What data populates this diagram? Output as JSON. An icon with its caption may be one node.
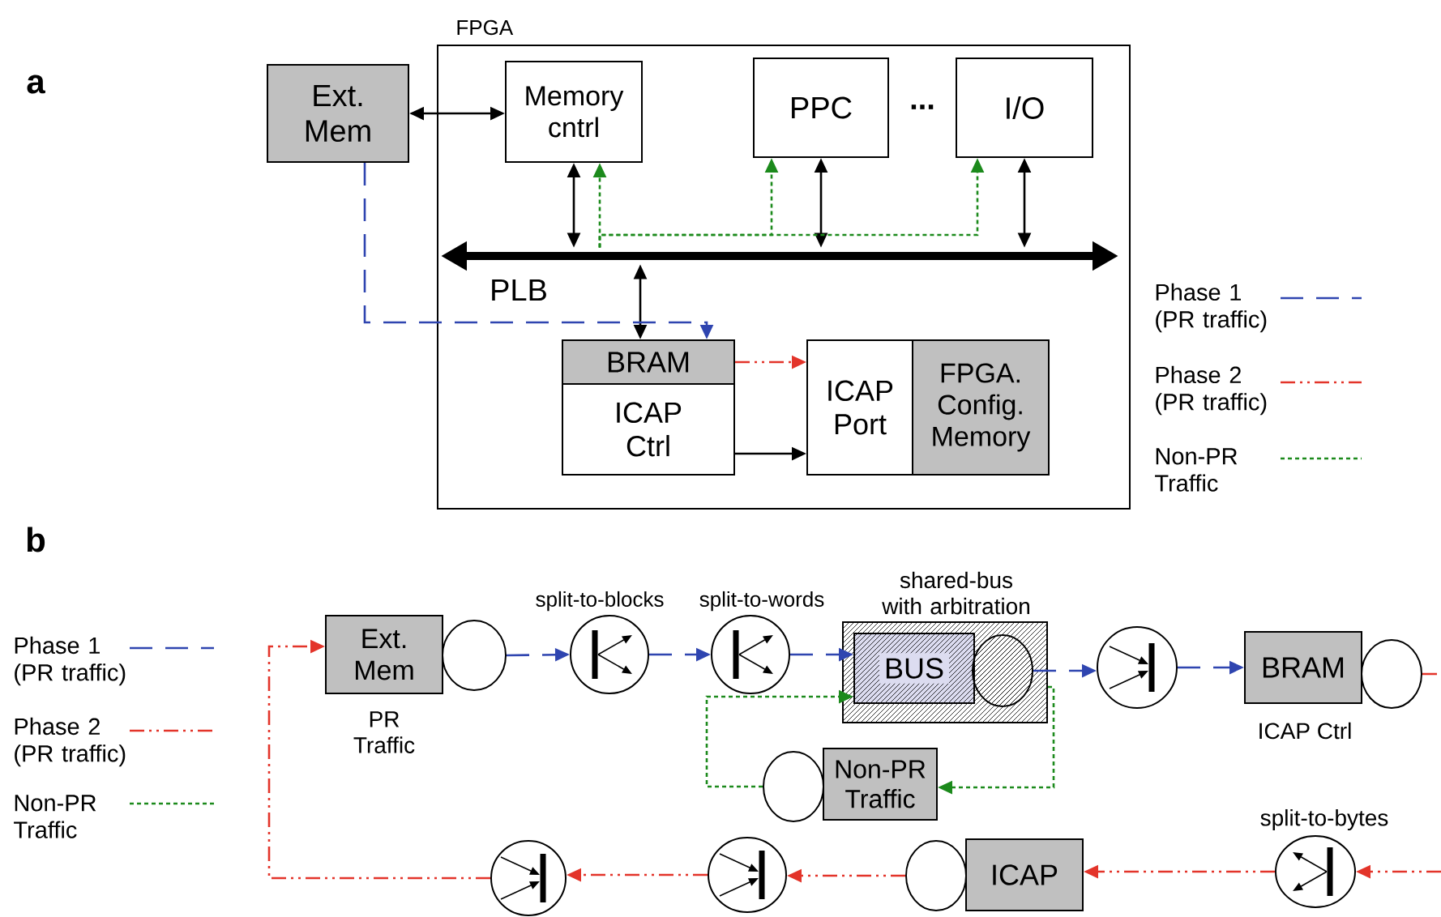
{
  "diagram": {
    "nodes": [
      {
        "text": [
          "FPGA"
        ]
      },
      {
        "text": [
          "Ext. Mem"
        ]
      },
      {
        "text": [
          "Memory cntrl"
        ],
        "in": 0
      },
      {
        "text": [
          "PPC"
        ],
        "in": 0
      },
      {
        "text": [
          "I/O"
        ],
        "in": 0
      },
      {
        "text": [
          "PLB"
        ],
        "in": 0
      },
      {
        "text": [
          "BRAM"
        ],
        "in": 0
      },
      {
        "text": [
          "ICAP Ctrl"
        ],
        "in": 0
      },
      {
        "text": [
          "ICAP Port"
        ],
        "in": 0
      },
      {
        "text": [
          "FPGA. Config. Memory"
        ],
        "in": 0
      },
      {
        "text": [
          "Ext. Mem"
        ],
        "beside": [
          "PR Traffic"
        ]
      },
      {
        "text": [],
        "shape": "circle"
      },
      {
        "text": [
          "split-to-blocks"
        ]
      },
      {
        "text": [
          "split-to-words"
        ]
      },
      {
        "text": [
          "shared-bus with arbitration"
        ]
      },
      {
        "text": [
          "BUS"
        ],
        "in": 14
      },
      {
        "text": [],
        "shape": "circle",
        "in": 14
      },
      {
        "text": [],
        "shape": "circle"
      },
      {
        "text": [
          "BRAM"
        ],
        "beside": [
          "ICAP Ctrl"
        ]
      },
      {
        "text": [],
        "shape": "circle"
      },
      {
        "text": [
          "Non-PR Traffic"
        ]
      },
      {
        "text": [],
        "shape": "circle"
      },
      {
        "text": [
          "split-to-bytes"
        ]
      },
      {
        "text": [
          "ICAP"
        ]
      },
      {
        "text": [],
        "shape": "circle"
      },
      {
        "text": [],
        "shape": "circle"
      },
      {
        "text": [],
        "shape": "circle"
      }
    ],
    "edges": [
      {
        "from": 1,
        "to": 2,
        "arrow": "both",
        "color": "#000000"
      },
      {
        "from": 2,
        "to": 5,
        "arrow": "both",
        "color": "#000000"
      },
      {
        "from": 3,
        "to": 5,
        "arrow": "both",
        "color": "#000000"
      },
      {
        "from": 4,
        "to": 5,
        "arrow": "both",
        "color": "#000000"
      },
      {
        "from": 5,
        "to": 6,
        "arrow": "both",
        "color": "#000000"
      },
      {
        "from": 7,
        "to": 8,
        "arrow": "to",
        "color": "#000000"
      },
      {
        "from": 1,
        "to": 6,
        "arrow": "to",
        "style": "dashed",
        "color": "#2f45b0"
      },
      {
        "from": 6,
        "to": 8,
        "arrow": "to",
        "style": "dashed",
        "color": "#e3342a"
      },
      {
        "from": 5,
        "to": 2,
        "arrow": "to",
        "style": "dashed",
        "color": "#1c8a1c"
      },
      {
        "from": 5,
        "to": 3,
        "arrow": "to",
        "style": "dashed",
        "color": "#1c8a1c"
      },
      {
        "from": 5,
        "to": 4,
        "arrow": "to",
        "style": "dashed",
        "color": "#1c8a1c"
      },
      {
        "from": 11,
        "to": 12,
        "arrow": "to",
        "style": "dashed",
        "color": "#2f45b0"
      },
      {
        "from": 12,
        "to": 13,
        "arrow": "to",
        "style": "dashed",
        "color": "#2f45b0"
      },
      {
        "from": 13,
        "to": 15,
        "arrow": "to",
        "style": "dashed",
        "color": "#2f45b0"
      },
      {
        "from": 16,
        "to": 17,
        "arrow": "to",
        "style": "dashed",
        "color": "#2f45b0"
      },
      {
        "from": 17,
        "to": 18,
        "arrow": "to",
        "style": "dashed",
        "color": "#2f45b0"
      },
      {
        "from": 19,
        "to": null,
        "arrow": "none",
        "style": "dashed",
        "color": "#e3342a"
      },
      {
        "from": null,
        "to": 22,
        "arrow": "to",
        "style": "dashed",
        "color": "#e3342a"
      },
      {
        "from": 22,
        "to": 23,
        "arrow": "to",
        "style": "dashed",
        "color": "#e3342a"
      },
      {
        "from": 24,
        "to": 25,
        "arrow": "to",
        "style": "dashed",
        "color": "#e3342a"
      },
      {
        "from": 25,
        "to": 26,
        "arrow": "to",
        "style": "dashed",
        "color": "#e3342a"
      },
      {
        "from": 26,
        "to": 10,
        "arrow": "to",
        "style": "dashed",
        "color": "#e3342a"
      },
      {
        "from": 14,
        "to": 20,
        "arrow": "to",
        "style": "dashed",
        "color": "#1c8a1c"
      },
      {
        "from": 21,
        "to": 15,
        "arrow": "to",
        "style": "dashed",
        "color": "#1c8a1c"
      }
    ],
    "labels": [
      "a",
      "...",
      "b"
    ],
    "legend": [
      {
        "text": "Phase 1 (PR traffic)"
      },
      {
        "text": "Phase 2 (PR traffic)"
      },
      {
        "text": "Non-PR Traffic"
      },
      {
        "text": "Phase 1 (PR traffic)"
      },
      {
        "text": "Phase 2 (PR traffic)"
      },
      {
        "text": "Non-PR Traffic"
      }
    ]
  }
}
